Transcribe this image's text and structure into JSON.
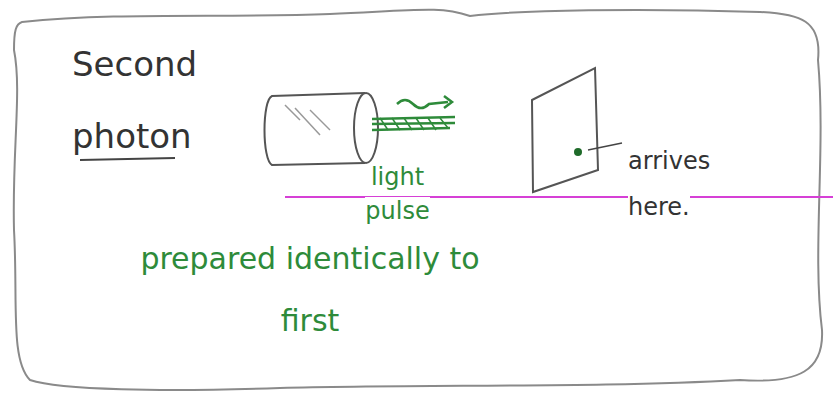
{
  "diagram": {
    "title": "Second photon",
    "labels": [
      "light pulse",
      "arrives here.",
      "prepared identically to first"
    ]
  }
}
